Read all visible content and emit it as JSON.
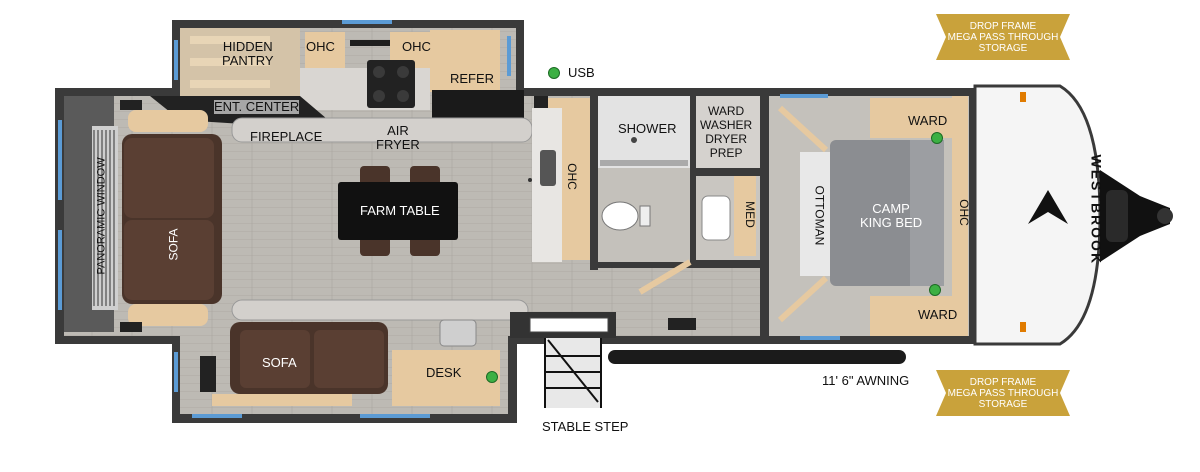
{
  "brand": "WESTBROOK",
  "badges": {
    "top": "DROP FRAME\nMEGA PASS THROUGH\nSTORAGE",
    "bottom": "DROP FRAME\nMEGA PASS THROUGH\nSTORAGE"
  },
  "labels": {
    "usb": "USB",
    "hidden_pantry": "HIDDEN\nPANTRY",
    "ohc_1": "OHC",
    "ohc_2": "OHC",
    "refer": "REFER",
    "ent_center": "ENT. CENTER",
    "fireplace": "FIREPLACE",
    "air_fryer": "AIR\nFRYER",
    "farm_table": "FARM TABLE",
    "panoramic_window": "PANORAMIC WINDOW",
    "sofa_left": "SOFA",
    "sofa_bottom": "SOFA",
    "desk": "DESK",
    "ohc_kitchen": "OHC",
    "shower": "SHOWER",
    "ward_washer": "WARD\nWASHER\nDRYER\nPREP",
    "med": "MED",
    "ward_top": "WARD",
    "ward_bottom": "WARD",
    "ottoman": "OTTOMAN",
    "camp_king_bed": "CAMP\nKING BED",
    "ohc_bedroom": "OHC",
    "awning": "11' 6\" AWNING",
    "stable_step": "STABLE STEP"
  },
  "colors": {
    "wall": "#3a3a3a",
    "floor": "#b9b6b0",
    "wood": "#e6c9a0",
    "sofa": "#4a342a",
    "bed": "#8b8d91",
    "badge_gold": "#c9a23b",
    "usb_dot": "#3cb043",
    "window_blue": "#5b9bd5"
  }
}
